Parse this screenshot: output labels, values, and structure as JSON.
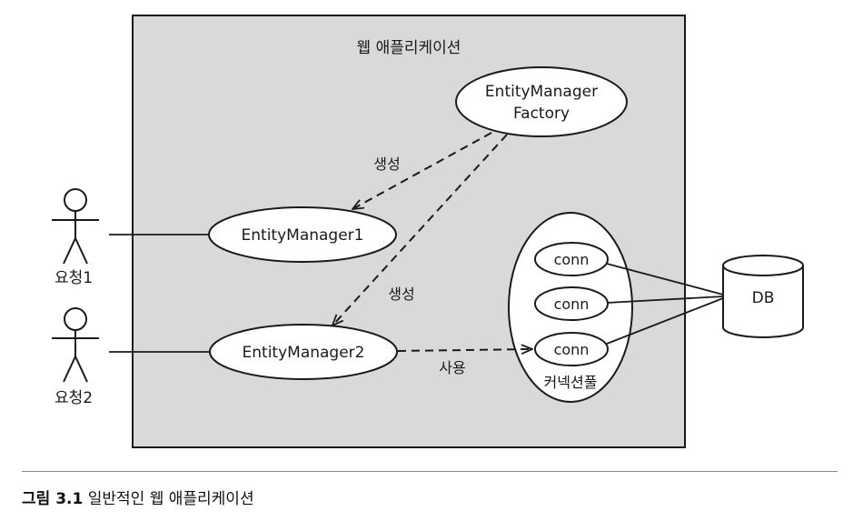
{
  "diagram": {
    "app_title": "웹 애플리케이션",
    "factory": {
      "line1": "EntityManager",
      "line2": "Factory"
    },
    "em1": "EntityManager1",
    "em2": "EntityManager2",
    "create_label_1": "생성",
    "create_label_2": "생성",
    "use_label": "사용",
    "conn_1": "conn",
    "conn_2": "conn",
    "conn_3": "conn",
    "pool_label": "커넥션풀",
    "db": "DB",
    "actor_1": "요청1",
    "actor_2": "요청2"
  },
  "caption": {
    "number": "그림 3.1",
    "text": "일반적인 웹 애플리케이션"
  }
}
